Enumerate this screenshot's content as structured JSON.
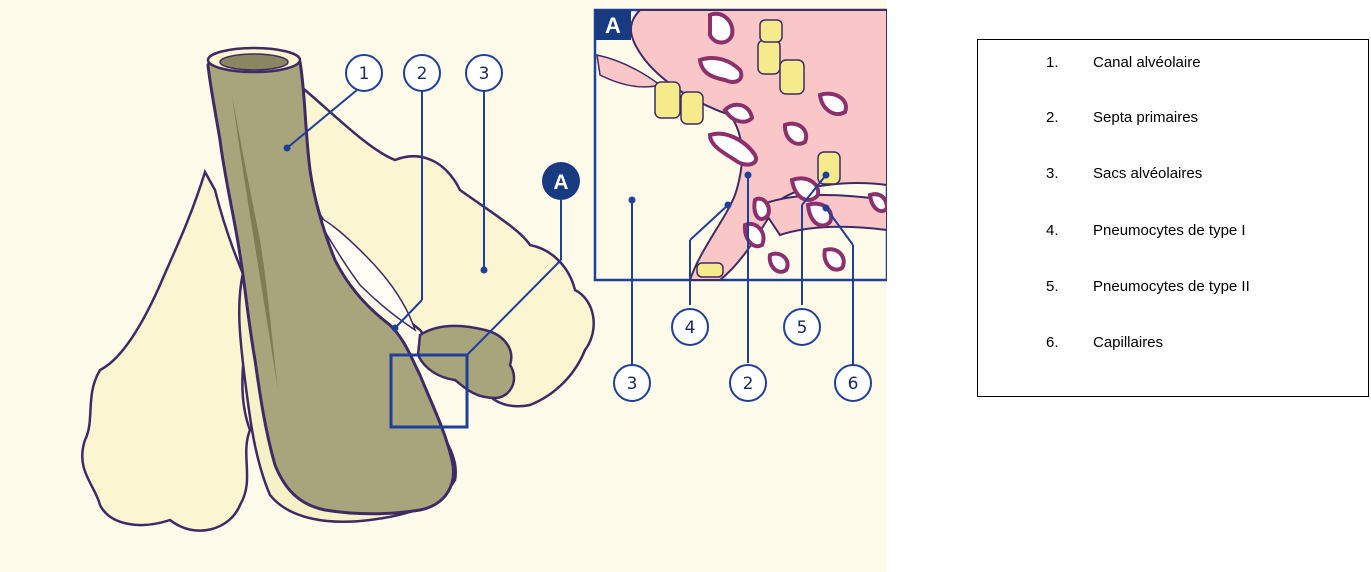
{
  "diagram": {
    "inset_label": "A",
    "badge_label": "A",
    "callouts_main": [
      "1",
      "2",
      "3"
    ],
    "callouts_inset": [
      "3",
      "4",
      "2",
      "5",
      "6"
    ]
  },
  "legend": {
    "items": [
      {
        "number": "1.",
        "text": "Canal alvéolaire"
      },
      {
        "number": "2.",
        "text": "Septa primaires"
      },
      {
        "number": "3.",
        "text": "Sacs alvéolaires"
      },
      {
        "number": "4.",
        "text": "Pneumocytes de type I"
      },
      {
        "number": "5.",
        "text": "Pneumocytes de type II"
      },
      {
        "number": "6.",
        "text": "Capillaires"
      }
    ]
  },
  "colors": {
    "figure_background": "#fffbeb",
    "alveolar_sac_fill": "#fbf5d2",
    "duct_fill": "#a8a47c",
    "outline": "#3f2a63",
    "inset_tissue": "#f9c7c7",
    "capillary": "#8b2f6d",
    "cell_fill": "#f5ea8c",
    "leader_line": "#1f3f99",
    "badge": "#173a80"
  }
}
